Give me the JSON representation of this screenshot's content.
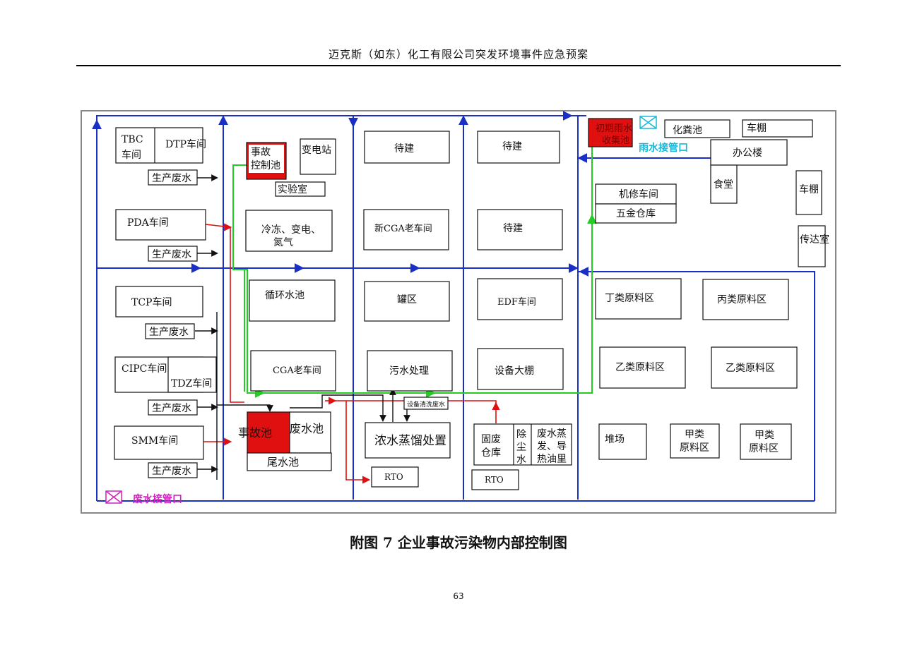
{
  "header": {
    "title": "迈克斯（如东）化工有限公司突发环境事件应急预案"
  },
  "caption": "附图 7  企业事故污染物内部控制图",
  "page_number": "63",
  "legend": {
    "wastewater_outlet": "废水接管口",
    "rainwater_outlet": "雨水接管口"
  },
  "buildings": {
    "tbc": "TBC",
    "tbc2": "车间",
    "dtp": "DTP车间",
    "waste1": "生产废水",
    "pda": "PDA车间",
    "waste2": "生产废水",
    "tcp": "TCP车间",
    "waste3": "生产废水",
    "cipc": "CIPC车间",
    "tdz": "TDZ车间",
    "waste4": "生产废水",
    "smm": "SMM车间",
    "waste5": "生产废水",
    "acc_ctrl_a": "事故",
    "acc_ctrl_b": "控制池",
    "substation": "变电站",
    "lab": "实验室",
    "refrig_a": "冷冻、变电、",
    "refrig_b": "氮气",
    "circ_pool": "循环水池",
    "cga_old": "CGA老车间",
    "acc_pool": "事故池",
    "waste_pool": "废水池",
    "tail_pool": "尾水池",
    "tbd1": "待建",
    "new_cga": "新CGA老车间",
    "tank": "罐区",
    "sewage": "污水处理",
    "equip_rinse": "设备清洗废水",
    "evap": "浓水蒸馏处置",
    "rto1": "RTO",
    "tbd2": "待建",
    "tbd3": "待建",
    "edf": "EDF车间",
    "equip_shed": "设备大棚",
    "solid_a": "固废",
    "solid_b": "仓库",
    "dust_a": "除",
    "dust_b": "尘",
    "dust_c": "水",
    "evap2_a": "废水蒸",
    "evap2_b": "发、导",
    "evap2_c": "热油里",
    "rto2": "RTO",
    "rain_pool_a": "初期雨水",
    "rain_pool_b": "收集池",
    "septic": "化粪池",
    "shed1": "车棚",
    "office": "办公楼",
    "canteen": "食堂",
    "repair": "机修车间",
    "hardware": "五金仓库",
    "shed2": "车棚",
    "guard": "传达室",
    "raw_d": "丁类原料区",
    "raw_c": "丙类原料区",
    "raw_b1": "乙类原料区",
    "raw_b2": "乙类原料区",
    "yard": "堆场",
    "raw_a1_a": "甲类",
    "raw_a1_b": "原料区",
    "raw_a2_a": "甲类",
    "raw_a2_b": "原料区"
  },
  "colors": {
    "blue": "#1a2fc4",
    "red": "#e01010",
    "green": "#22cc22",
    "magenta": "#d020c0",
    "cyan": "#18b8d8"
  }
}
